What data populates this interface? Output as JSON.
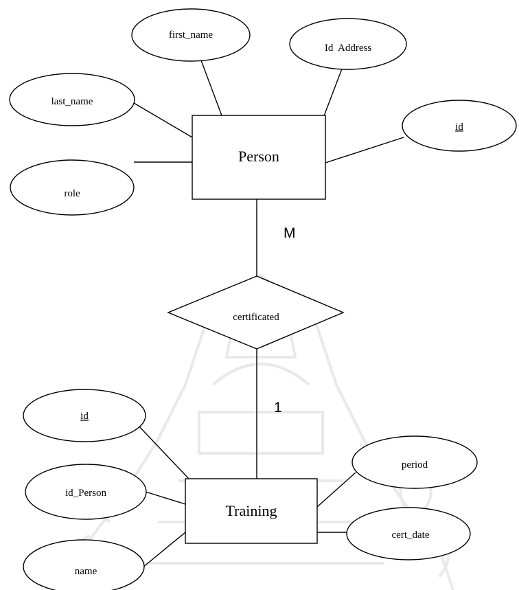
{
  "entities": {
    "person": "Person",
    "training": "Training"
  },
  "relationship": {
    "label": "certificated",
    "card_person": "M",
    "card_training": "1"
  },
  "person_attributes": {
    "first_name": "first_name",
    "id_address": "Id  Address",
    "last_name": "last_name",
    "id": "id",
    "role": "role"
  },
  "training_attributes": {
    "id": "id",
    "id_person": "id_Person",
    "period": "period",
    "cert_date": "cert_date",
    "name": "name"
  }
}
